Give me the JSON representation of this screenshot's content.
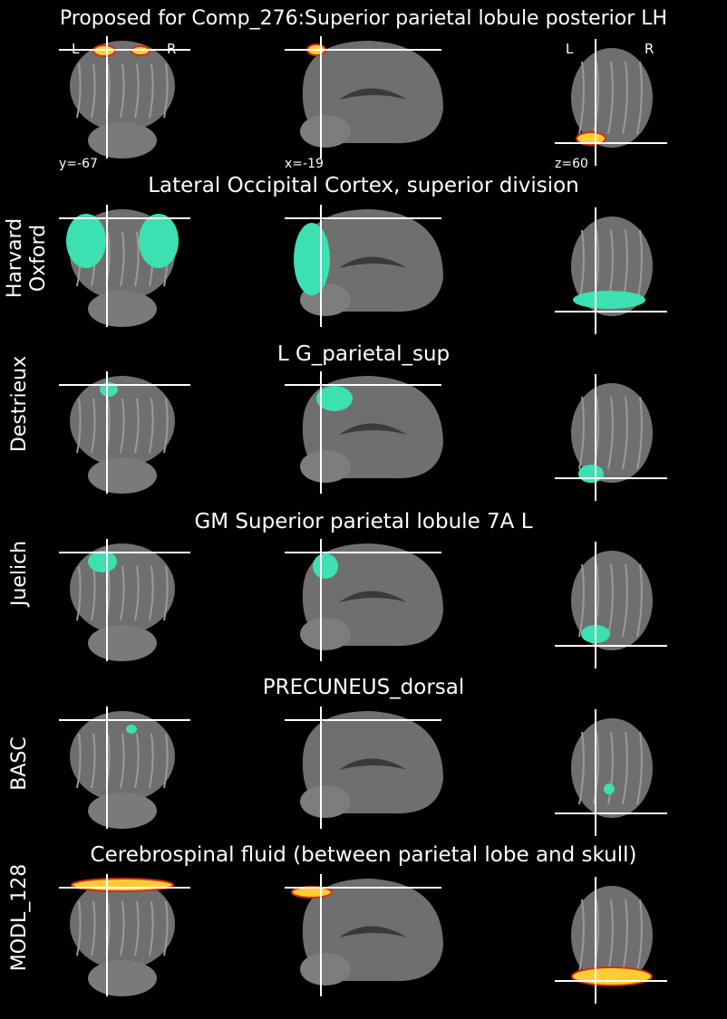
{
  "figure": {
    "title": "Proposed for Comp_276:Superior parietal lobule posterior LH",
    "coords": {
      "y": "y=-67",
      "x": "x=-19",
      "z": "z=60"
    },
    "orientation": {
      "left": "L",
      "right": "R"
    },
    "colors": {
      "background": "#000000",
      "atlas_overlay": "#3de0b0",
      "heat_overlay": "#ffcc33",
      "crosshair": "#ffffff"
    }
  },
  "rows": [
    {
      "atlas": "",
      "region": "",
      "overlay": "heat"
    },
    {
      "atlas": "Harvard\nOxford",
      "region": "Lateral Occipital Cortex, superior division",
      "overlay": "atlas"
    },
    {
      "atlas": "Destrieux",
      "region": "L G_parietal_sup",
      "overlay": "atlas"
    },
    {
      "atlas": "Juelich",
      "region": "GM Superior parietal lobule 7A L",
      "overlay": "atlas"
    },
    {
      "atlas": "BASC",
      "region": "PRECUNEUS_dorsal",
      "overlay": "atlas"
    },
    {
      "atlas": "MODL_128",
      "region": "Cerebrospinal fluid (between parietal lobe and skull)",
      "overlay": "heat"
    }
  ]
}
